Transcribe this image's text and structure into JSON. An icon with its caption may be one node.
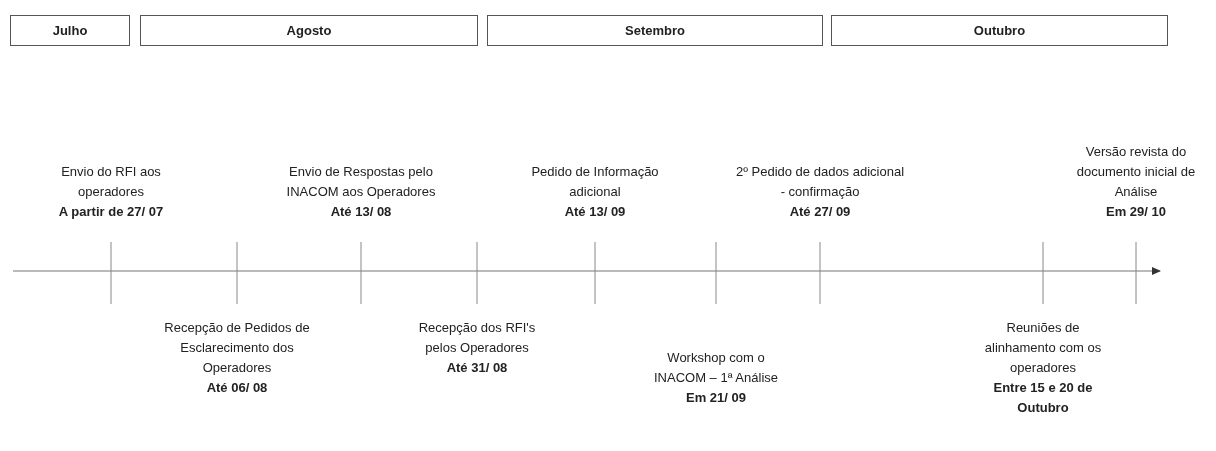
{
  "diagram": {
    "nodes": [
      {
        "text": [
          "Julho"
        ]
      },
      {
        "text": [
          "Agosto"
        ]
      },
      {
        "text": [
          "Setembro"
        ]
      },
      {
        "text": [
          "Outubro"
        ]
      }
    ],
    "edges": [],
    "labels": [
      "Envio do RFI aos operadores",
      "A partir de 27/ 07",
      "Recepção de Pedidos de Esclarecimento dos Operadores",
      "Até 06/ 08",
      "Envio de Respostas pelo INACOM aos Operadores",
      "Até 13/ 08",
      "Recepção dos RFI's pelos Operadores",
      "Até 31/ 08",
      "Pedido de Informação adicional",
      "Até 13/ 09",
      "Workshop com o INACOM – 1ª Análise",
      "Em 21/ 09",
      "2º Pedido de dados adicional - confirmação",
      "Até 27/ 09",
      "Reuniões de alinhamento com os operadores",
      "Entre 15 e 20 de Outubro",
      "Versão revista do documento inicial de Análise",
      "Em 29/ 10"
    ]
  }
}
